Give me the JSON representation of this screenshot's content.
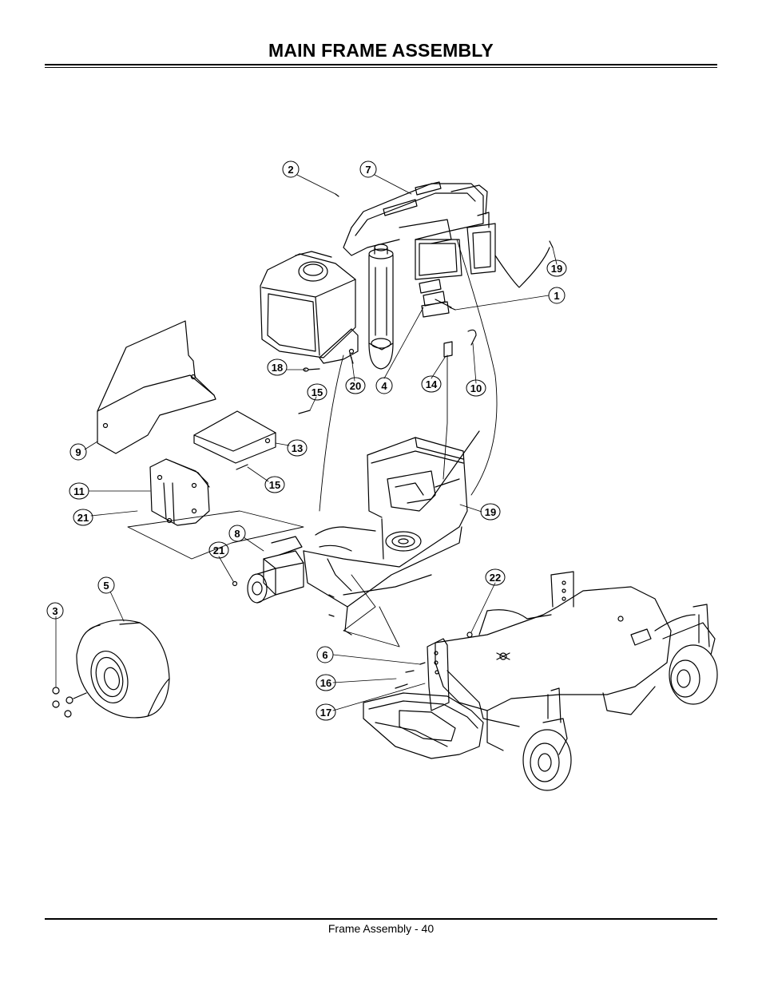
{
  "header": {
    "title": "MAIN FRAME ASSEMBLY"
  },
  "footer": {
    "page_label": "Frame Assembly - 40"
  },
  "callouts": [
    "2",
    "7",
    "19",
    "1",
    "18",
    "20",
    "4",
    "14",
    "10",
    "15",
    "9",
    "13",
    "11",
    "15",
    "21",
    "19",
    "8",
    "21",
    "22",
    "5",
    "3",
    "6",
    "16",
    "17"
  ]
}
